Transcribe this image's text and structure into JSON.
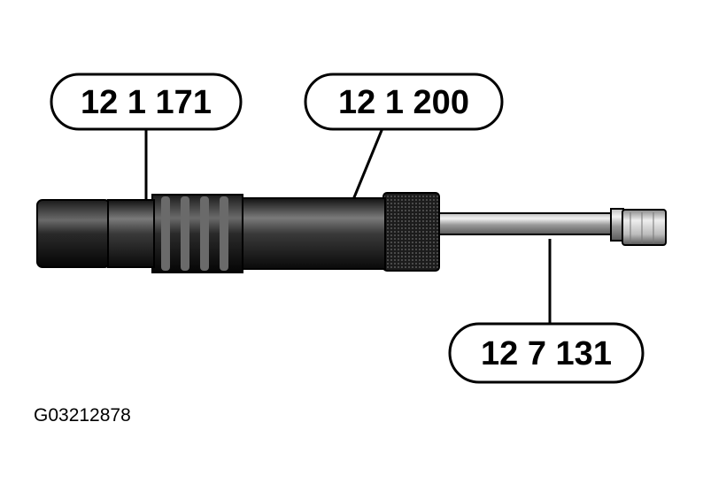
{
  "callouts": {
    "nut_socket": "12 1 171",
    "sleeve": "12 1 200",
    "rod": "12 7 131"
  },
  "figure_id": "G03212878",
  "colors": {
    "background": "#ffffff",
    "ink": "#000000"
  }
}
